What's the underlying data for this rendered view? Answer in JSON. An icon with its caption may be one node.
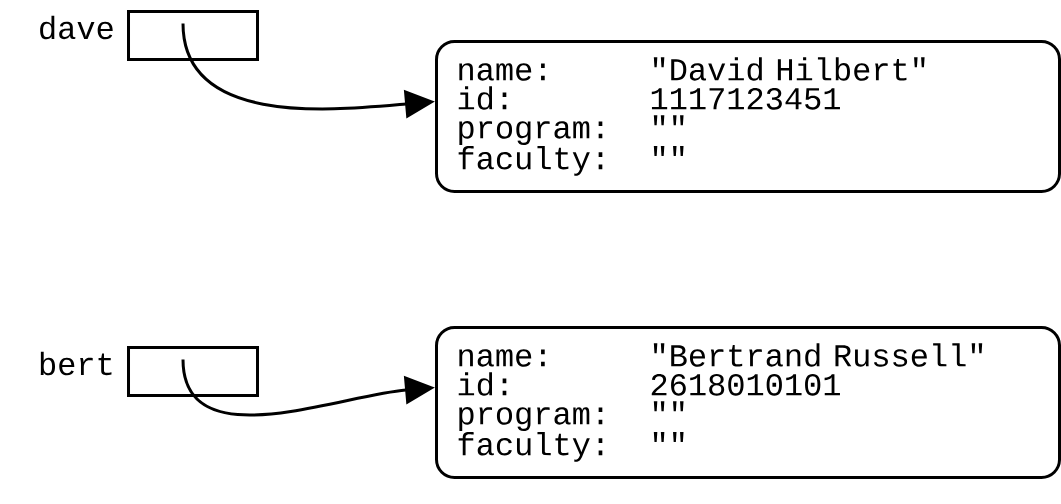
{
  "diagram": {
    "nodes": [
      {
        "text": [],
        "shape": "box",
        "beside": [
          "dave"
        ]
      },
      {
        "text": [
          "name:",
          "\"David Hilbert\"",
          "id:",
          "1117123451",
          "program:",
          "\"\"",
          "faculty:",
          "\"\""
        ]
      },
      {
        "text": [],
        "shape": "box",
        "beside": [
          "bert"
        ]
      },
      {
        "text": [
          "name:",
          "\"Bertrand Russell\"",
          "id:",
          "2618010101",
          "program:",
          "\"\"",
          "faculty:",
          "\"\""
        ]
      }
    ],
    "edges": [
      {
        "from": 0,
        "to": 1,
        "arrow": "to"
      },
      {
        "from": 2,
        "to": 3,
        "arrow": "to"
      }
    ]
  }
}
